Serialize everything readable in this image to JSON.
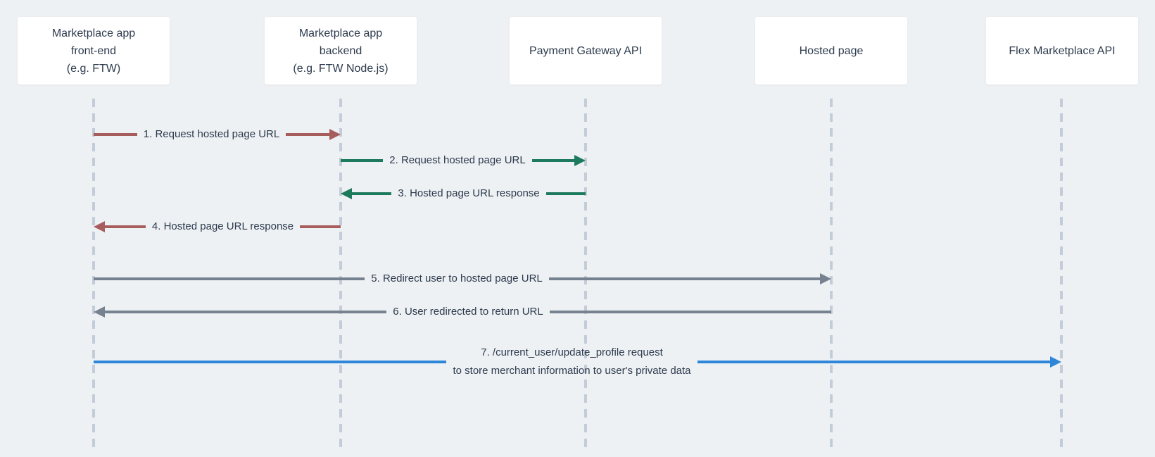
{
  "colors": {
    "background": "#eef1f4",
    "text": "#2d3b4d",
    "lifeline": "#c3cdd9",
    "box-bg": "#ffffff",
    "msg-red": "#a85d5d",
    "msg-green": "#1e7a5c",
    "msg-gray": "#76828f",
    "msg-blue": "#2e86d8"
  },
  "participants": [
    {
      "id": "frontend",
      "lines": [
        "Marketplace app",
        "front-end",
        "(e.g. FTW)"
      ]
    },
    {
      "id": "backend",
      "lines": [
        "Marketplace app",
        "backend",
        "(e.g. FTW Node.js)"
      ]
    },
    {
      "id": "payment-gateway",
      "lines": [
        "Payment Gateway API"
      ]
    },
    {
      "id": "hosted-page",
      "lines": [
        "Hosted page"
      ]
    },
    {
      "id": "flex-api",
      "lines": [
        "Flex Marketplace API"
      ]
    }
  ],
  "messages": [
    {
      "label": "1. Request hosted page URL",
      "from": "frontend",
      "to": "backend",
      "direction": "right",
      "color": "#a85d5d"
    },
    {
      "label": "2. Request hosted page URL",
      "from": "backend",
      "to": "payment-gateway",
      "direction": "right",
      "color": "#1e7a5c"
    },
    {
      "label": "3. Hosted page URL response",
      "from": "payment-gateway",
      "to": "backend",
      "direction": "left",
      "color": "#1e7a5c"
    },
    {
      "label": "4. Hosted page URL response",
      "from": "backend",
      "to": "frontend",
      "direction": "left",
      "color": "#a85d5d"
    },
    {
      "label": "5. Redirect user to hosted page URL",
      "from": "frontend",
      "to": "hosted-page",
      "direction": "right",
      "color": "#76828f"
    },
    {
      "label": "6. User redirected to return URL",
      "from": "hosted-page",
      "to": "frontend",
      "direction": "left",
      "color": "#76828f"
    },
    {
      "label": "7. /current_user/update_profile request",
      "label2": "to store merchant information to user's private data",
      "from": "frontend",
      "to": "flex-api",
      "direction": "right",
      "color": "#2e86d8"
    }
  ]
}
